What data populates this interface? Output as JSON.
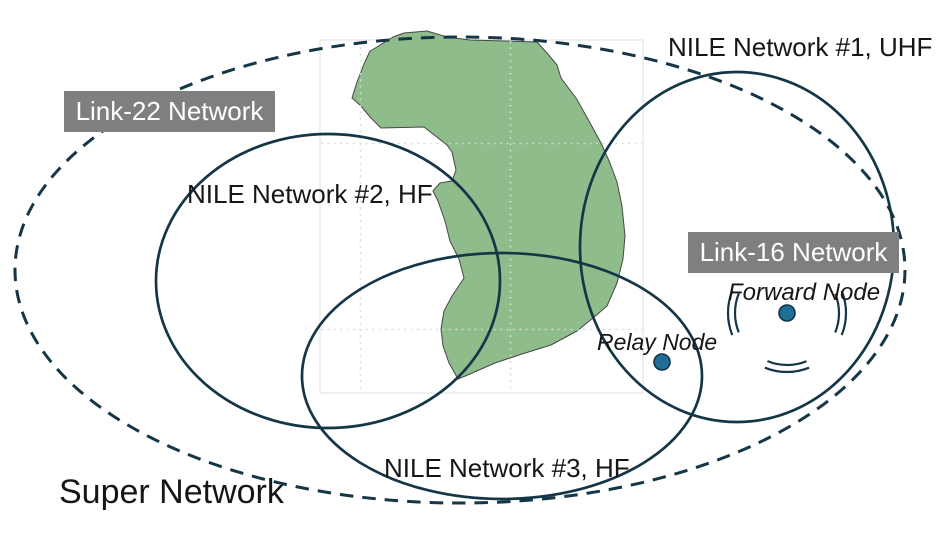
{
  "labels": {
    "super": "Super Network",
    "link22": "Link-22 Network",
    "link16": "Link-16 Network",
    "nile1": "NILE Network #1, UHF",
    "nile2": "NILE Network #2, HF",
    "nile3": "NILE Network #3, HF",
    "relay": "Relay Node",
    "forward": "Forward Node"
  },
  "colors": {
    "line_color": "#143647",
    "box_bg": "#7f7f7f",
    "box_text": "#ffffff",
    "land_fill": "#8ebc8a",
    "land_stroke": "#474747",
    "node_fill": "#1e6e95",
    "node_stroke": "#0f3347",
    "grid_color": "#d5dcd5",
    "frame_color": "#e4e4e4",
    "text_color": "#161616"
  }
}
